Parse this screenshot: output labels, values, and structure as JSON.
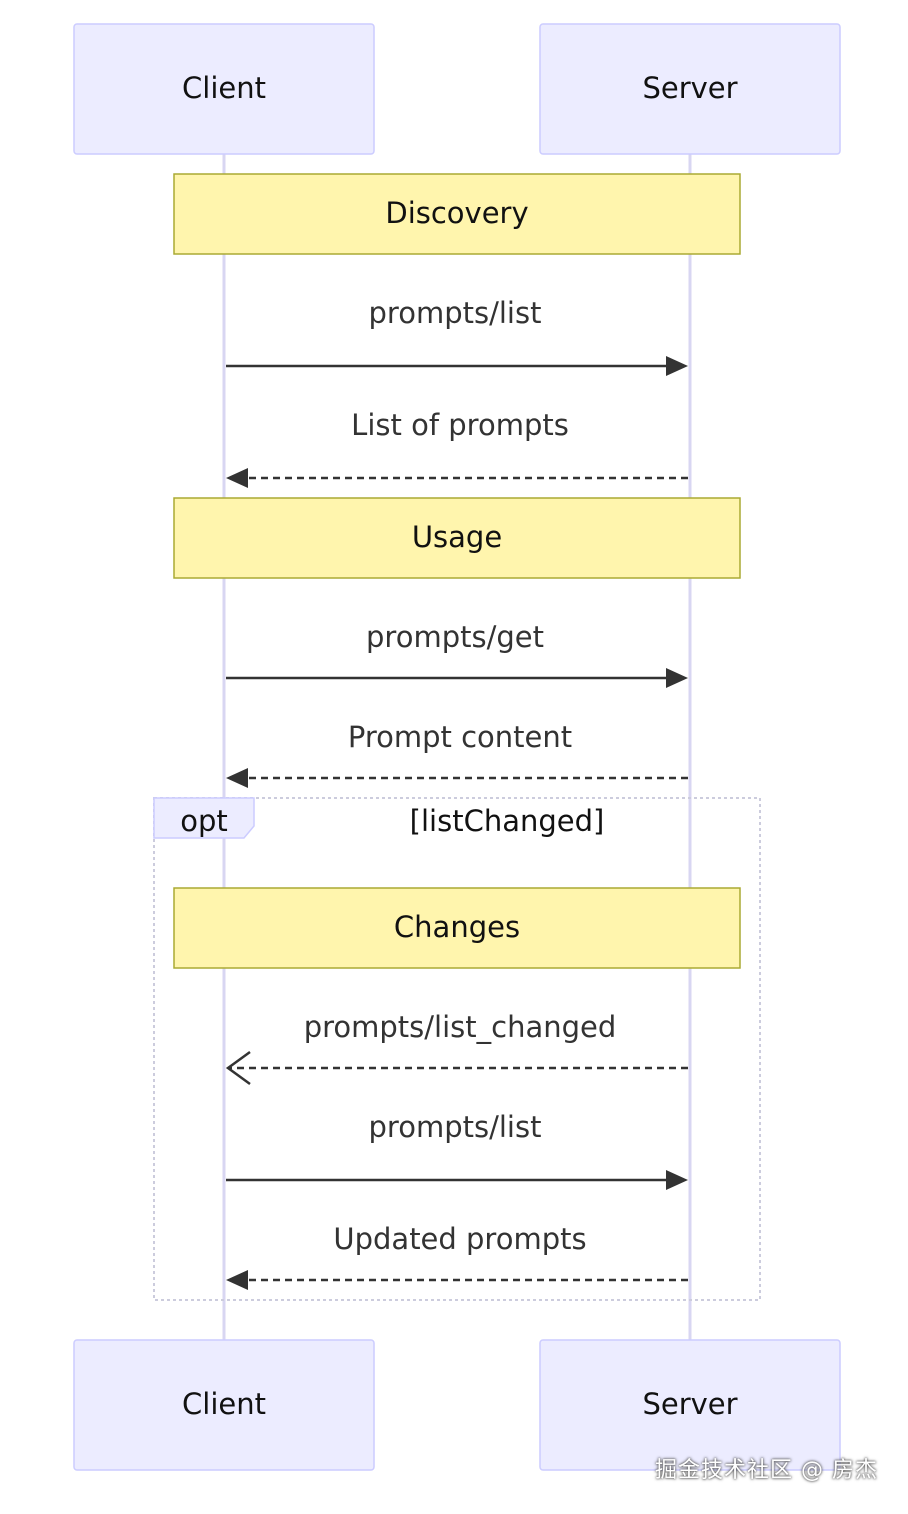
{
  "participants": {
    "client": "Client",
    "server": "Server"
  },
  "notes": {
    "discovery": "Discovery",
    "usage": "Usage",
    "changes": "Changes"
  },
  "messages": {
    "m1": "prompts/list",
    "m2": "List of prompts",
    "m3": "prompts/get",
    "m4": "Prompt content",
    "m5": "prompts/list_changed",
    "m6": "prompts/list",
    "m7": "Updated prompts"
  },
  "opt_block": {
    "label": "opt",
    "condition": "[listChanged]"
  },
  "watermark": "掘金技术社区 @ 房杰",
  "colors": {
    "actor_fill": "#ECECFF",
    "actor_stroke": "#CCCCFF",
    "note_fill": "#FFF5AD",
    "note_stroke": "#AAAA33",
    "line": "#333333"
  }
}
